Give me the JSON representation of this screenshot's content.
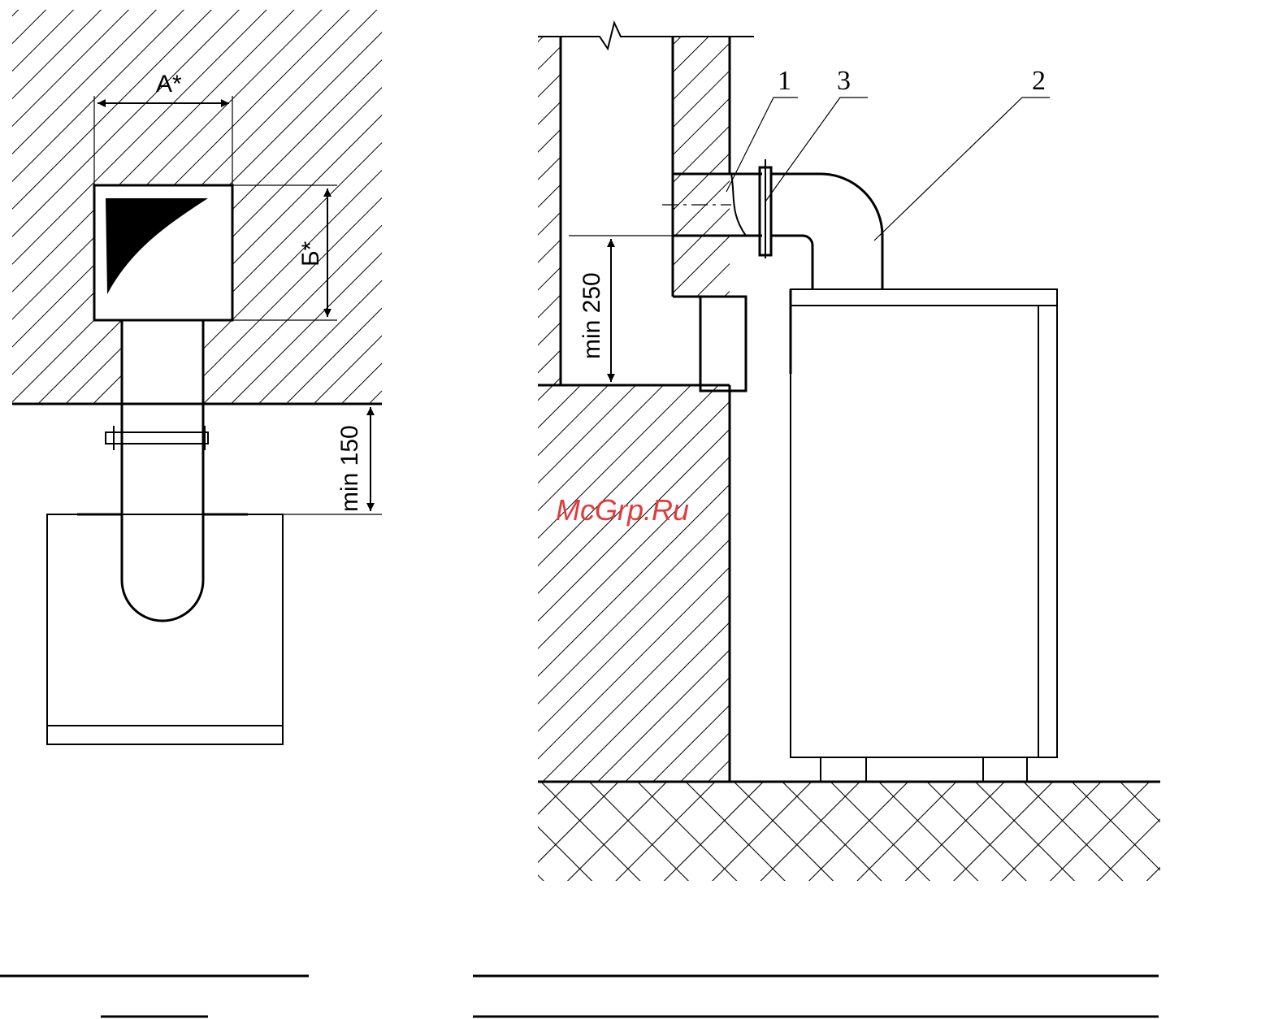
{
  "left_view": {
    "dim_a": "A*",
    "dim_b": "Б*",
    "dim_min150": "min 150"
  },
  "right_view": {
    "dim_min250": "min 250",
    "label_1": "1",
    "label_2": "2",
    "label_3": "3"
  },
  "watermark": "McGrp.Ru"
}
